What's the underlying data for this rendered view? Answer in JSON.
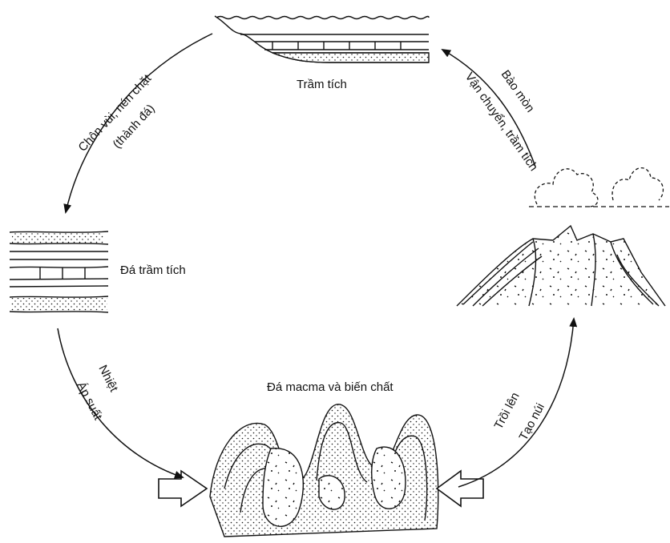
{
  "diagram": {
    "stages": {
      "sediment": "Trầm tích",
      "sedimentary_rock": "Đá trầm tích",
      "igneous_metamorphic": "Đá macma và biến chất"
    },
    "processes": {
      "burial_line1": "Chôn vùi, nén chặt",
      "burial_line2": "(thành đá)",
      "heat": "Nhiệt",
      "pressure": "Áp suất",
      "uplift": "Trồi lên",
      "mountain_building": "Tạo núi",
      "erosion": "Bào mòn",
      "transport_deposition": "Vận chuyển, trầm tích"
    }
  },
  "colors": {
    "ink": "#111111",
    "paper": "#ffffff"
  }
}
